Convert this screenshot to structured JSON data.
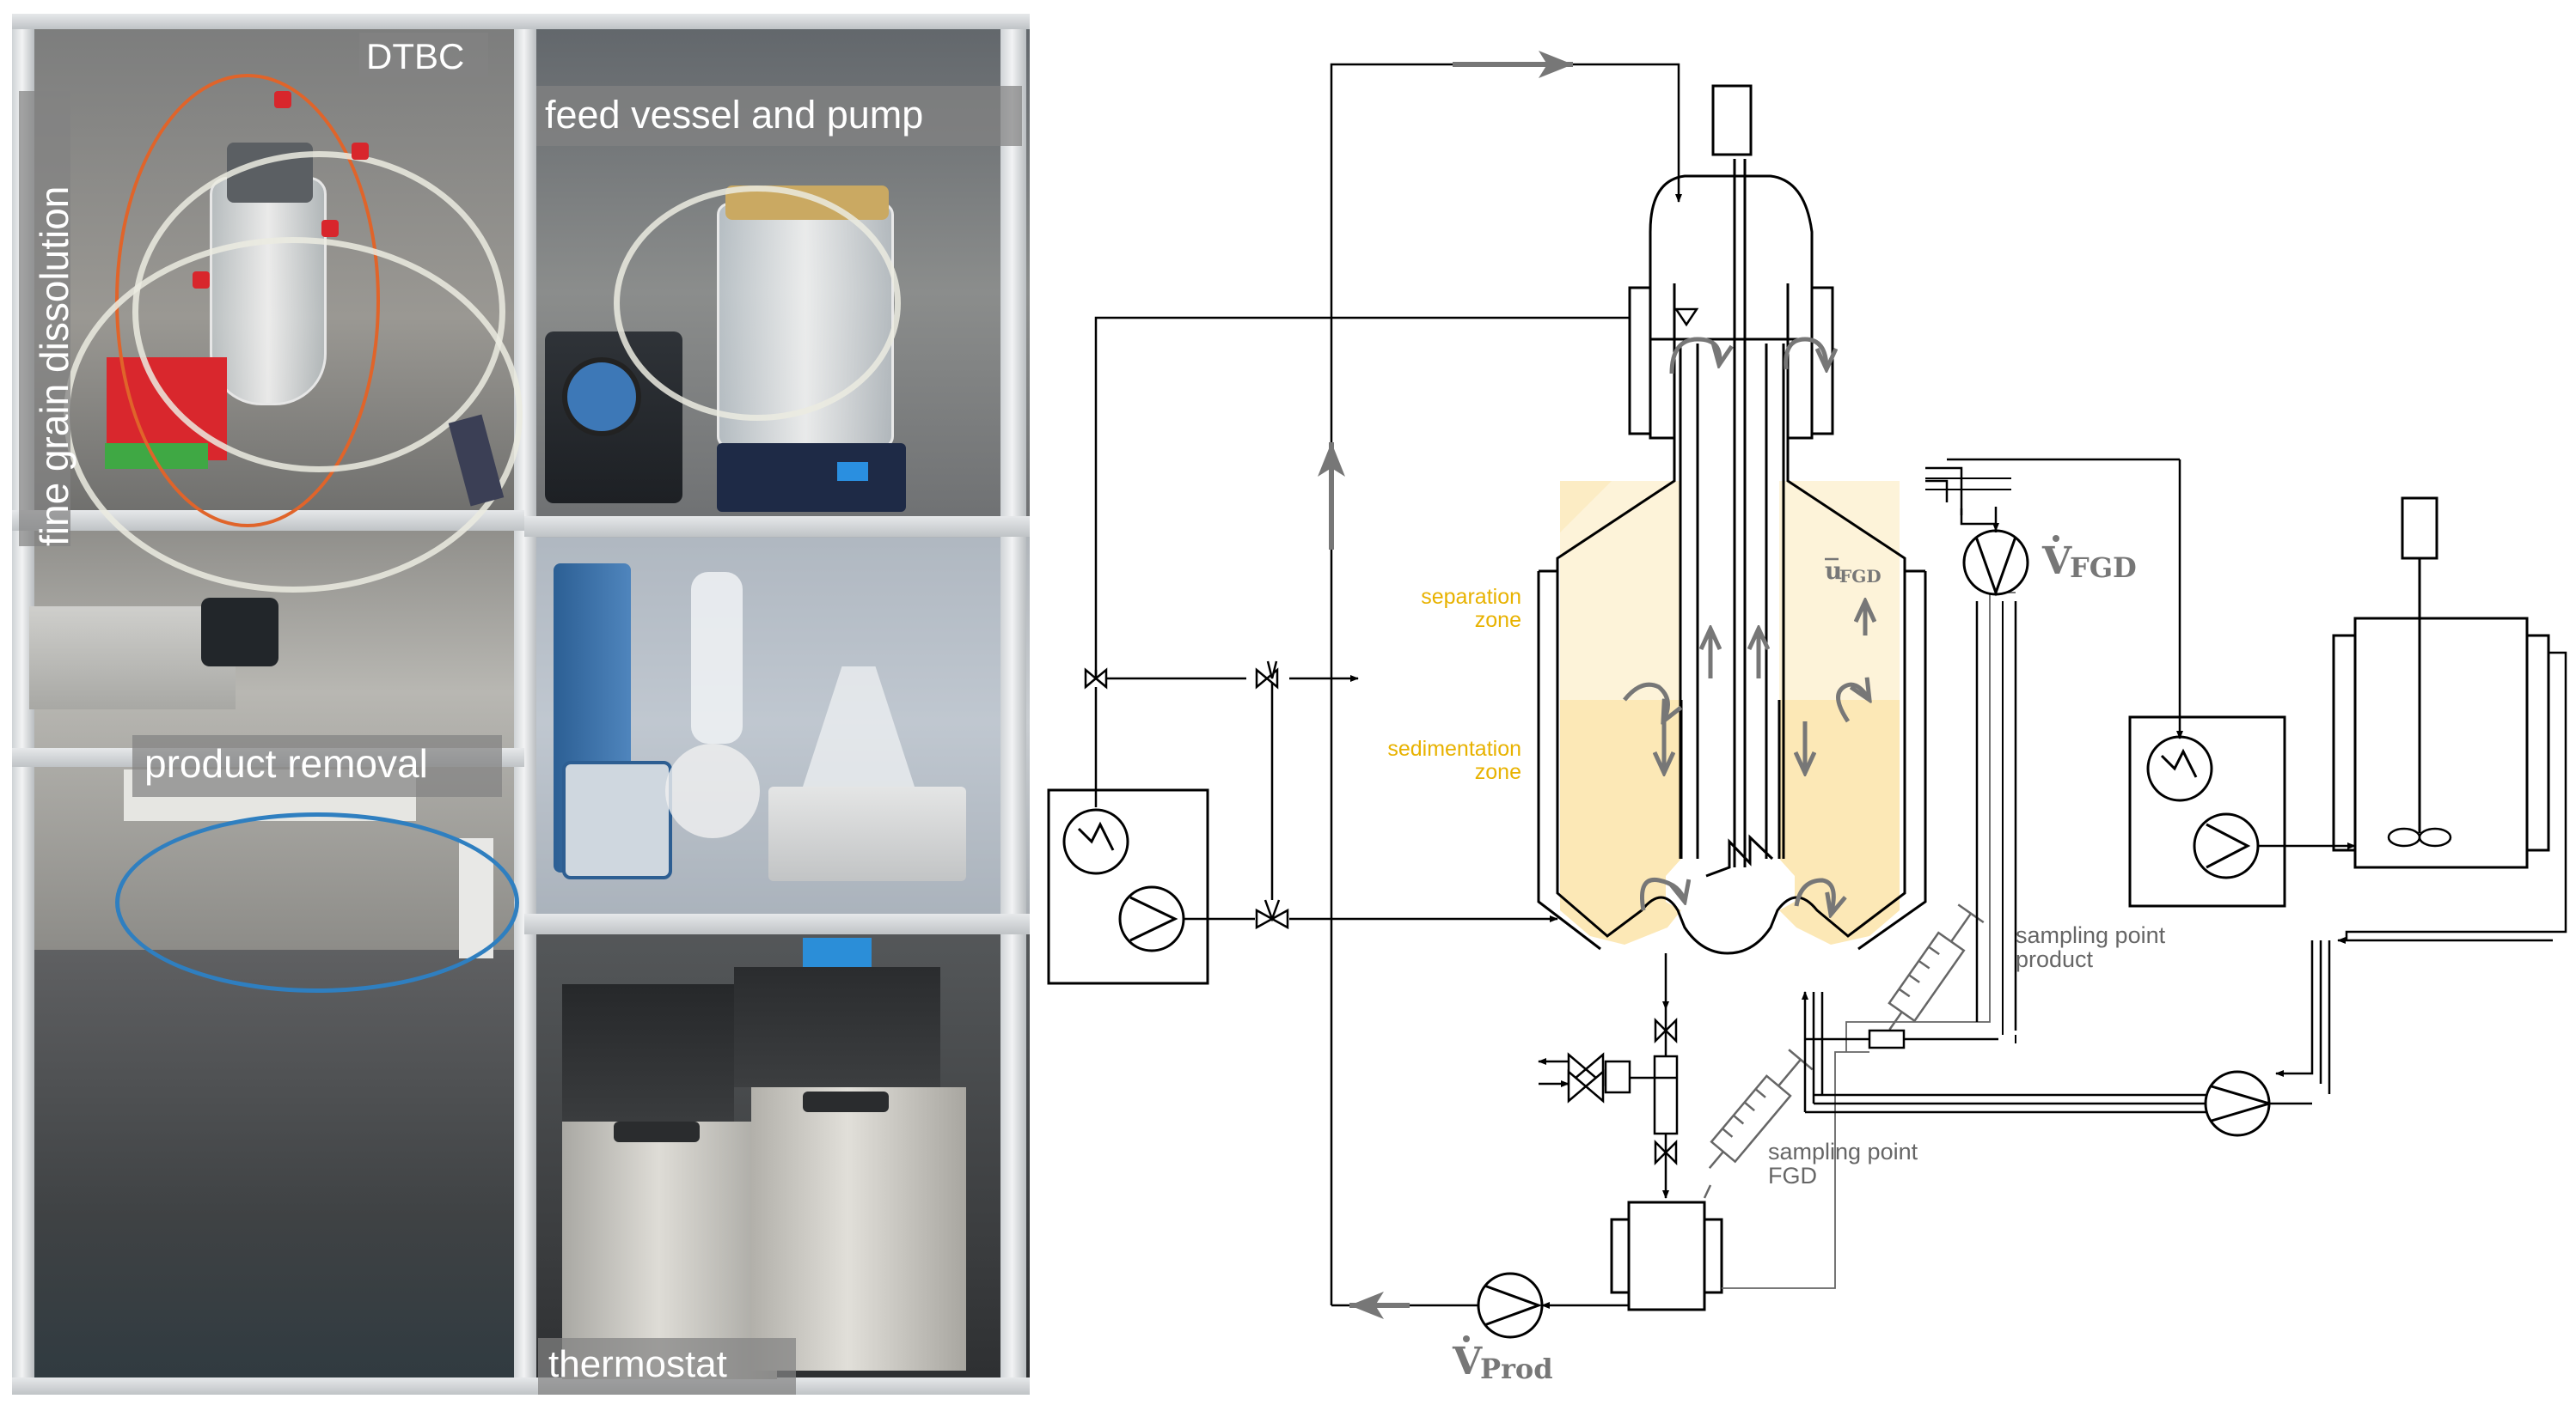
{
  "photo": {
    "labels": {
      "dtbc": "DTBC",
      "feed": "feed vessel and pump",
      "fine_grain": "fine grain dissolution",
      "product_removal": "product removal",
      "thermostat": "thermostat"
    }
  },
  "diagram": {
    "zones": {
      "separation_line1": "separation",
      "separation_line2": "zone",
      "sedimentation_line1": "sedimentation",
      "sedimentation_line2": "zone"
    },
    "sampling": {
      "product_line1": "sampling point",
      "product_line2": "product",
      "fgd_line1": "sampling point",
      "fgd_line2": "FGD"
    },
    "flows": {
      "v_fgd_symbol": "V",
      "v_fgd_sub": "FGD",
      "v_prod_symbol": "V",
      "v_prod_sub": "Prod",
      "u_fgd_symbol": "u",
      "u_fgd_sub": "FGD"
    },
    "colors": {
      "zone_light": "#fdf3d9",
      "zone_dark": "#fce8b6",
      "zone_label": "#e8b200",
      "arrow_gray": "#777777"
    }
  }
}
